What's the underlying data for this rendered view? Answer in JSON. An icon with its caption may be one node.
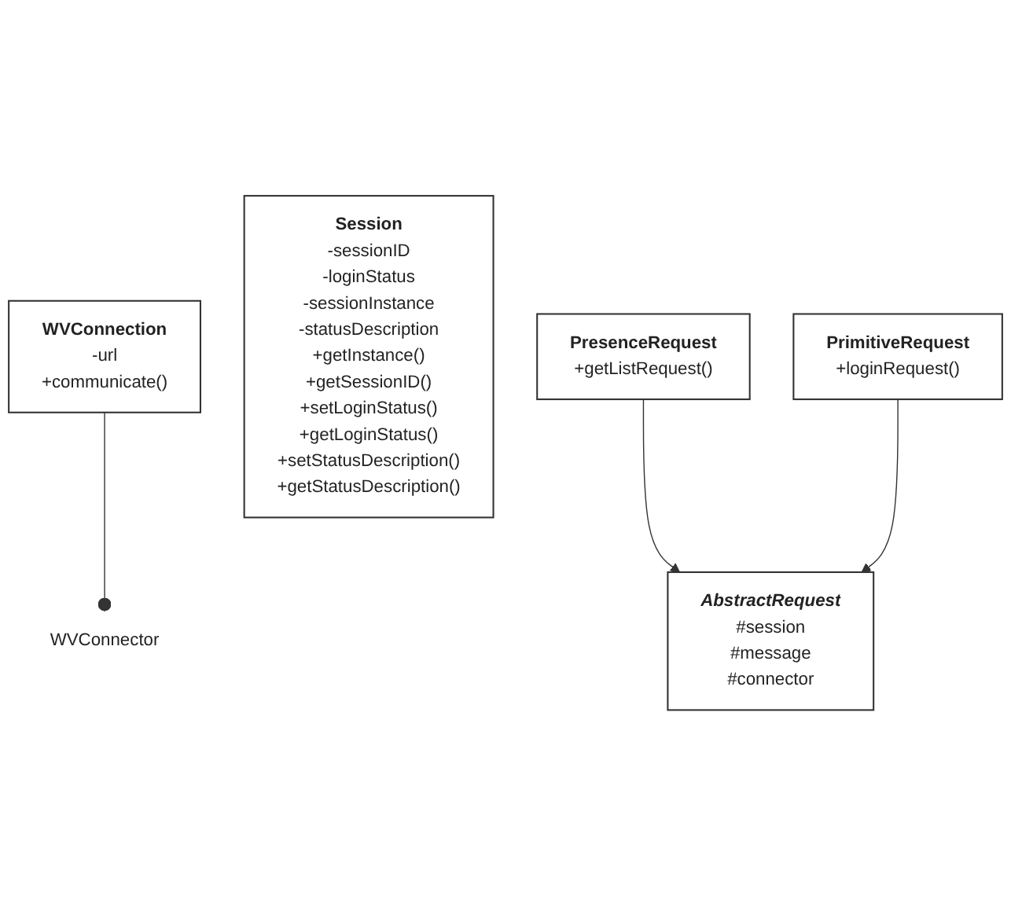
{
  "diagram": {
    "nodes": [
      {
        "text": [
          "WVConnector"
        ]
      },
      {
        "text": [
          "WVConnection",
          "-url",
          "+communicate()"
        ]
      },
      {
        "text": [
          "Session",
          "-sessionID -loginStatus -sessionInstance -statusDescription",
          "+getInstance() +getSessionID() +setLoginStatus() +getLoginStatus() +setStatusDescription() +getStatusDescription()"
        ]
      },
      {
        "text": [
          "PresenceRequest",
          "+getListRequest()"
        ]
      },
      {
        "text": [
          "AbstractRequest",
          "#session #message #connector"
        ]
      },
      {
        "text": [
          "PrimitiveRequest",
          "+loginRequest()"
        ]
      }
    ],
    "edges": [
      {
        "from": 1,
        "to": 0,
        "arrow": "other"
      },
      {
        "from": 3,
        "to": 4,
        "arrow": "to"
      },
      {
        "from": 5,
        "to": 4,
        "arrow": "to"
      }
    ]
  }
}
